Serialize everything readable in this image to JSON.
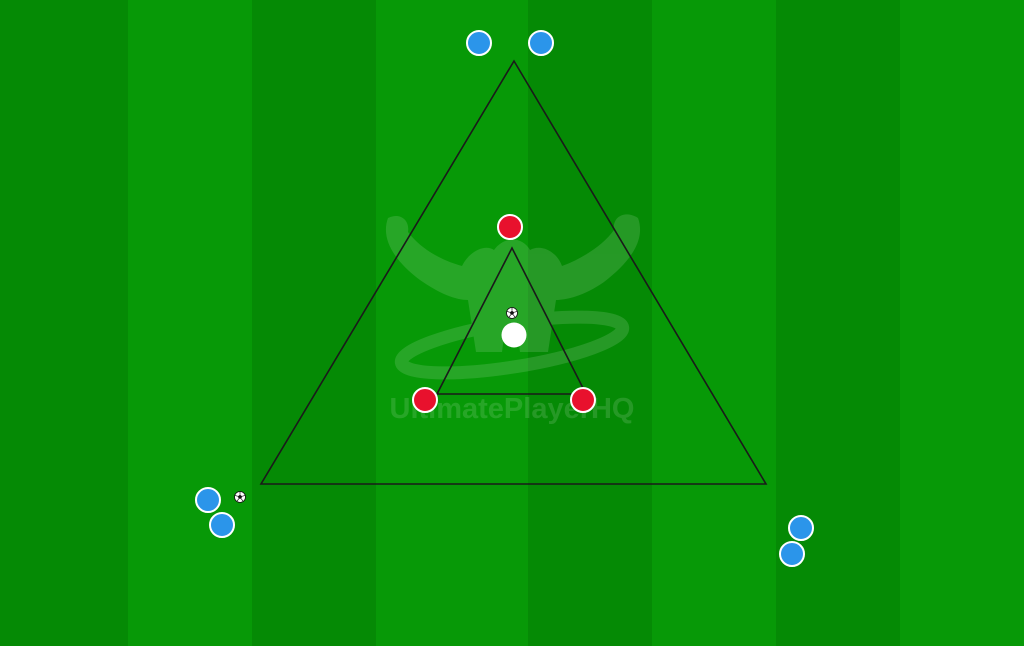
{
  "watermark": {
    "text": "UltimatePlayerHQ"
  },
  "colors": {
    "stripe_light": "#079907",
    "stripe_dark": "#058a05",
    "triangle_line": "#1a1a1a",
    "player_blue": "#2b95ea",
    "player_red": "#e8112d",
    "player_outline": "#ffffff",
    "cone_white": "#ffffff",
    "watermark": "#ffffff"
  },
  "pitch": {
    "stripes": 8
  },
  "elements": {
    "blue_players": 6,
    "red_players": 3,
    "balls": 2,
    "cones": 1,
    "triangles": 2
  }
}
